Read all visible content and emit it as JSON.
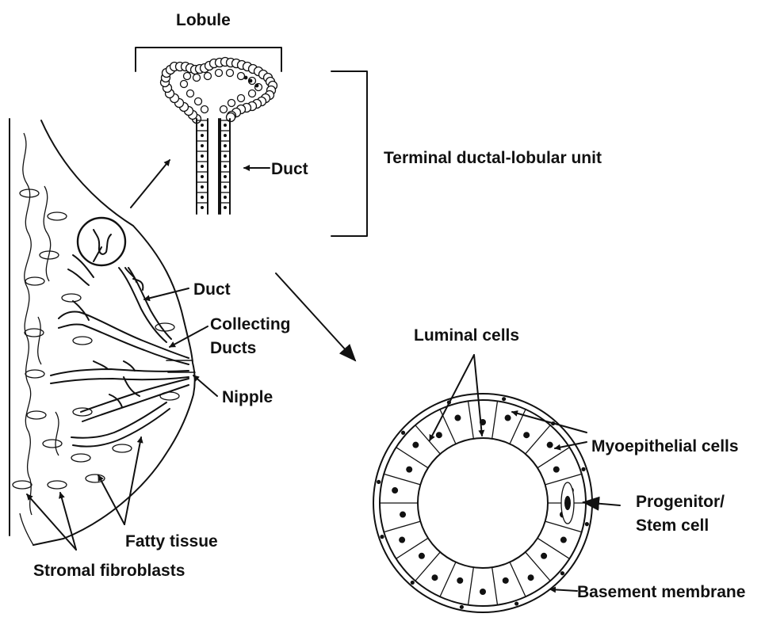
{
  "labels": {
    "lobule": "Lobule",
    "duct_top": "Duct",
    "tdlu": "Terminal ductal-lobular  unit",
    "duct_breast": "Duct",
    "collecting_1": "Collecting",
    "collecting_2": "Ducts",
    "nipple": "Nipple",
    "fatty": "Fatty tissue",
    "stromal": "Stromal fibroblasts",
    "luminal": "Luminal cells",
    "myoepithelial": "Myoepithelial cells",
    "progenitor_1": "Progenitor/",
    "progenitor_2": "Stem cell",
    "basement": "Basement membrane"
  }
}
